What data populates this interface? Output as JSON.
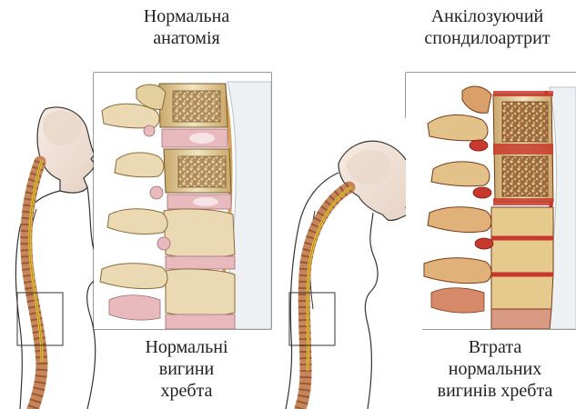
{
  "left_panel": {
    "title": [
      "Нормальна",
      "анатомія"
    ],
    "caption": [
      "Нормальні",
      "вигини",
      "хребта"
    ]
  },
  "right_panel": {
    "title": [
      "Анкілозуючий",
      "спондилоартрит"
    ],
    "caption": [
      "Втрата",
      "нормальних",
      "вигинів хребта"
    ]
  },
  "colors": {
    "skin": "#f3e6dc",
    "bone": "#e9d8b0",
    "bone_dark": "#c9a76a",
    "marrow": "#a8875a",
    "disc": "#e8b9bd",
    "spine_cord": "#e8c23a",
    "vertebra_column": "#c7865a",
    "inflamed": "#c7392c",
    "outline": "#333333"
  }
}
